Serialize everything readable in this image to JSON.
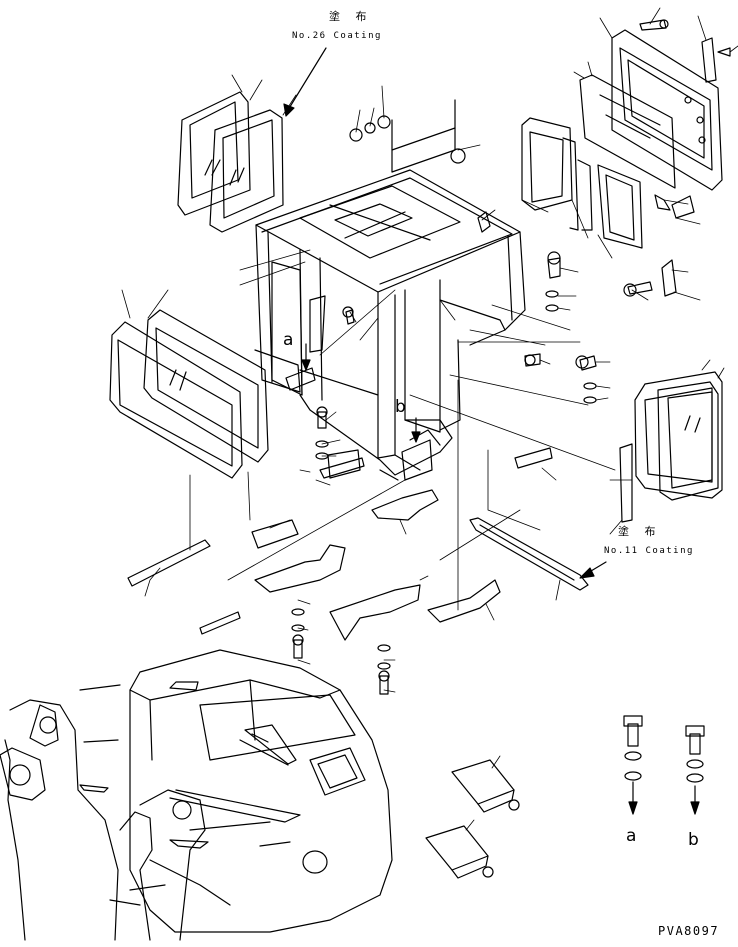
{
  "callouts": [
    {
      "id": "top-coating",
      "jp": "塗 布",
      "en": "No.26 Coating"
    },
    {
      "id": "right-coating",
      "jp": "塗 布",
      "en": "No.11 Coating"
    }
  ],
  "view_markers": {
    "a": "a",
    "b": "b"
  },
  "drawing_code": "PVA8097"
}
